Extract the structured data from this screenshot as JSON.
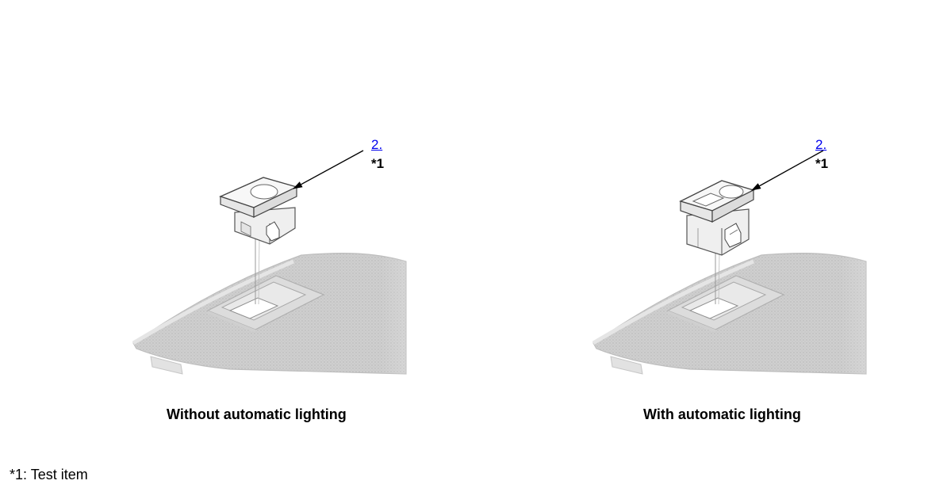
{
  "panels": [
    {
      "callout_number": "2.",
      "callout_ref": "*1",
      "caption": "Without automatic lighting"
    },
    {
      "callout_number": "2.",
      "callout_ref": "*1",
      "caption": "With automatic lighting"
    }
  ],
  "footnote": "*1: Test item"
}
